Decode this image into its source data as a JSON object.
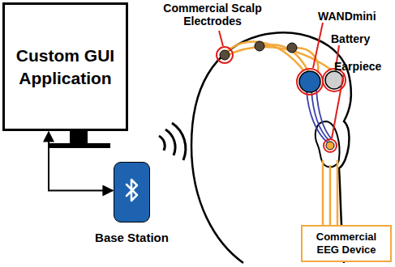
{
  "diagram": {
    "nodes": [
      {
        "text": [
          "Custom GUI Application"
        ]
      },
      {
        "text": [
          "Base Station"
        ]
      },
      {
        "text": [
          "Commercial EEG Device"
        ]
      }
    ],
    "edges": [
      {
        "from": 0,
        "to": 1,
        "arrow": "both"
      }
    ],
    "labels": [
      "Commercial Scalp Electrodes",
      "WANDmini",
      "Battery",
      "Earpiece"
    ]
  }
}
